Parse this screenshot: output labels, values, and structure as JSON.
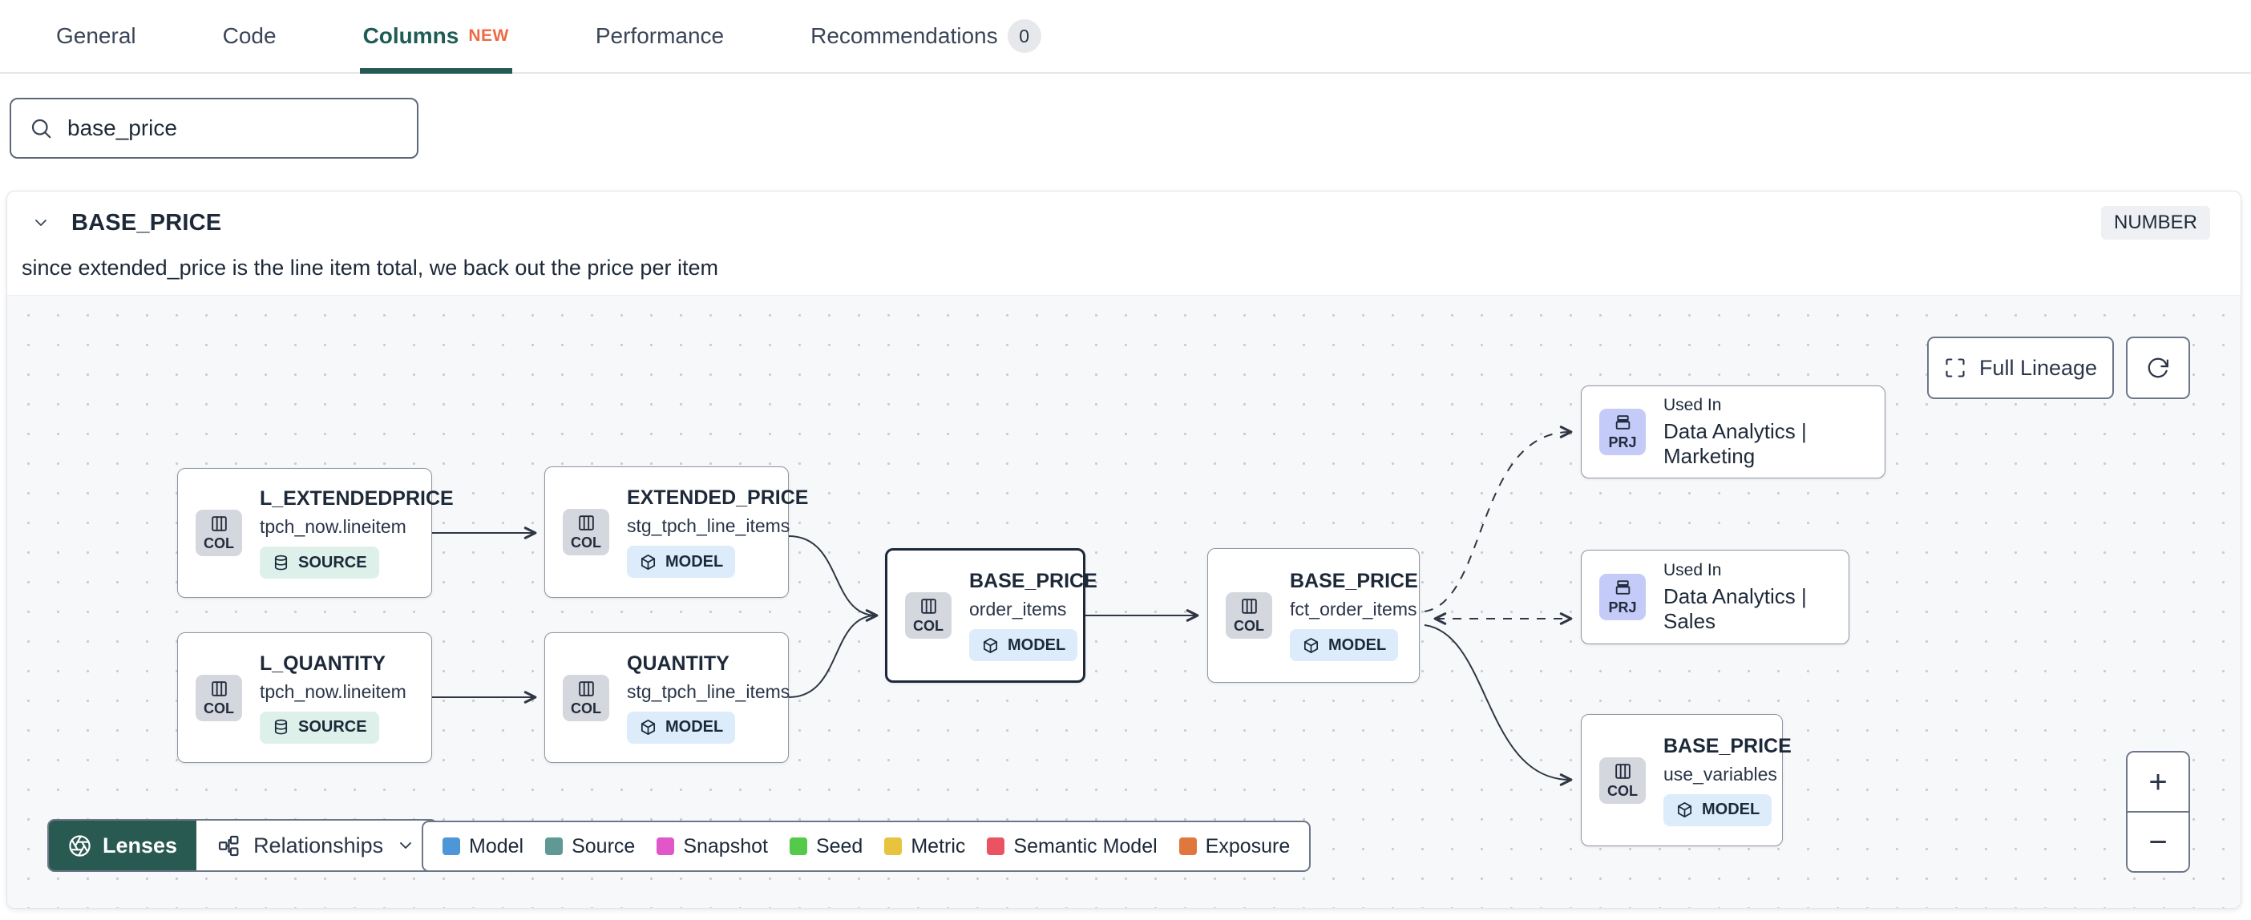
{
  "tabs": {
    "general": "General",
    "code": "Code",
    "columns": "Columns",
    "columns_new_badge": "NEW",
    "performance": "Performance",
    "recommendations": "Recommendations",
    "recommendations_count": "0"
  },
  "search": {
    "value": "base_price"
  },
  "column_detail": {
    "name": "BASE_PRICE",
    "data_type": "NUMBER",
    "description": "since extended_price is the line item total, we back out the price per item"
  },
  "lineage": {
    "toolbar": {
      "full_lineage": "Full Lineage"
    },
    "footer": {
      "lenses": "Lenses",
      "relationships": "Relationships",
      "legend": [
        {
          "label": "Model",
          "color": "#4d96d7"
        },
        {
          "label": "Source",
          "color": "#5f9894"
        },
        {
          "label": "Snapshot",
          "color": "#e156c8"
        },
        {
          "label": "Seed",
          "color": "#55c949"
        },
        {
          "label": "Metric",
          "color": "#e8c33d"
        },
        {
          "label": "Semantic Model",
          "color": "#ea5462"
        },
        {
          "label": "Exposure",
          "color": "#e0773e"
        }
      ]
    },
    "zoom_controls": {
      "zoom_in": "+",
      "zoom_out": "−"
    },
    "nodes": [
      {
        "badge": "COL",
        "title": "L_EXTENDEDPRICE",
        "subtitle": "tpch_now.lineitem",
        "resource": "SOURCE"
      },
      {
        "badge": "COL",
        "title": "EXTENDED_PRICE",
        "subtitle": "stg_tpch_line_items",
        "resource": "MODEL"
      },
      {
        "badge": "COL",
        "title": "L_QUANTITY",
        "subtitle": "tpch_now.lineitem",
        "resource": "SOURCE"
      },
      {
        "badge": "COL",
        "title": "QUANTITY",
        "subtitle": "stg_tpch_line_items",
        "resource": "MODEL"
      },
      {
        "badge": "COL",
        "title": "BASE_PRICE",
        "subtitle": "order_items",
        "resource": "MODEL"
      },
      {
        "badge": "COL",
        "title": "BASE_PRICE",
        "subtitle": "fct_order_items",
        "resource": "MODEL"
      },
      {
        "badge": "PRJ",
        "title": "Used In",
        "subtitle": "Data Analytics | Marketing"
      },
      {
        "badge": "PRJ",
        "title": "Used In",
        "subtitle": "Data Analytics | Sales"
      },
      {
        "badge": "COL",
        "title": "BASE_PRICE",
        "subtitle": "use_variables",
        "resource": "MODEL"
      }
    ],
    "colors": {
      "accent_teal": "#285a52",
      "new_badge_orange": "#ed6a45",
      "model_pill_bg": "#dcecfa",
      "source_pill_bg": "#def0ea",
      "prj_badge_bg": "#c5cbf8",
      "selected_node_border": "#1d2939"
    }
  }
}
